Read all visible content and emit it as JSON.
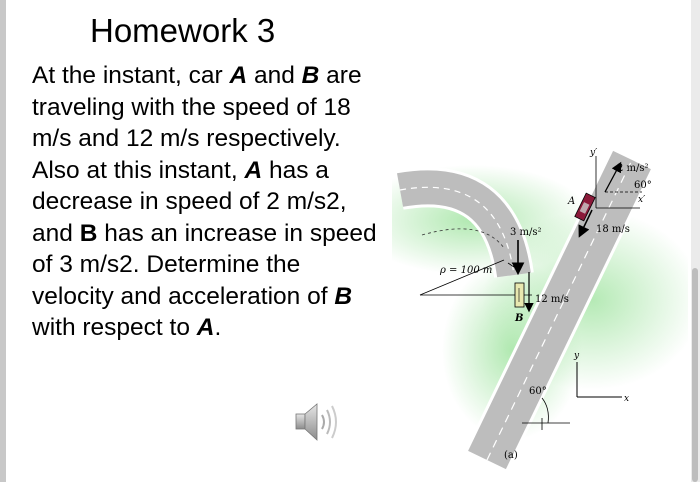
{
  "slide": {
    "title": "Homework 3",
    "problem": {
      "t1": "At the instant, car ",
      "carA": "A",
      "t2": " and ",
      "carB": "B",
      "t3": " are traveling with the speed of 18 m/s and 12 m/s respectively. Also at this instant, ",
      "t4": " has a decrease in speed of 2 m/s2, and ",
      "t5": " has an increase in speed of 3 m/s2. Determine the velocity and acceleration of ",
      "t6": " with respect to ",
      "t7": "."
    }
  },
  "figure": {
    "accel_a_label": "2 m/s²",
    "angle_a_label": "60°",
    "xprime_label": "x′",
    "yprime_label": "y′",
    "car_a_label": "A",
    "speed_a_label": "18 m/s",
    "accel_b_label": "3 m/s²",
    "radius_label": "ρ = 100 m",
    "speed_b_label": "12 m/s",
    "car_b_label": "B",
    "y_axis_label": "y",
    "x_axis_label": "x",
    "angle_road_label": "60°",
    "caption": "(a)"
  },
  "colors": {
    "road": "#bdbdbd",
    "road_edge": "#ffffff",
    "grass": "#a8e6a8",
    "car_a": "#8b1a3a"
  },
  "icons": [
    "speaker-icon"
  ]
}
